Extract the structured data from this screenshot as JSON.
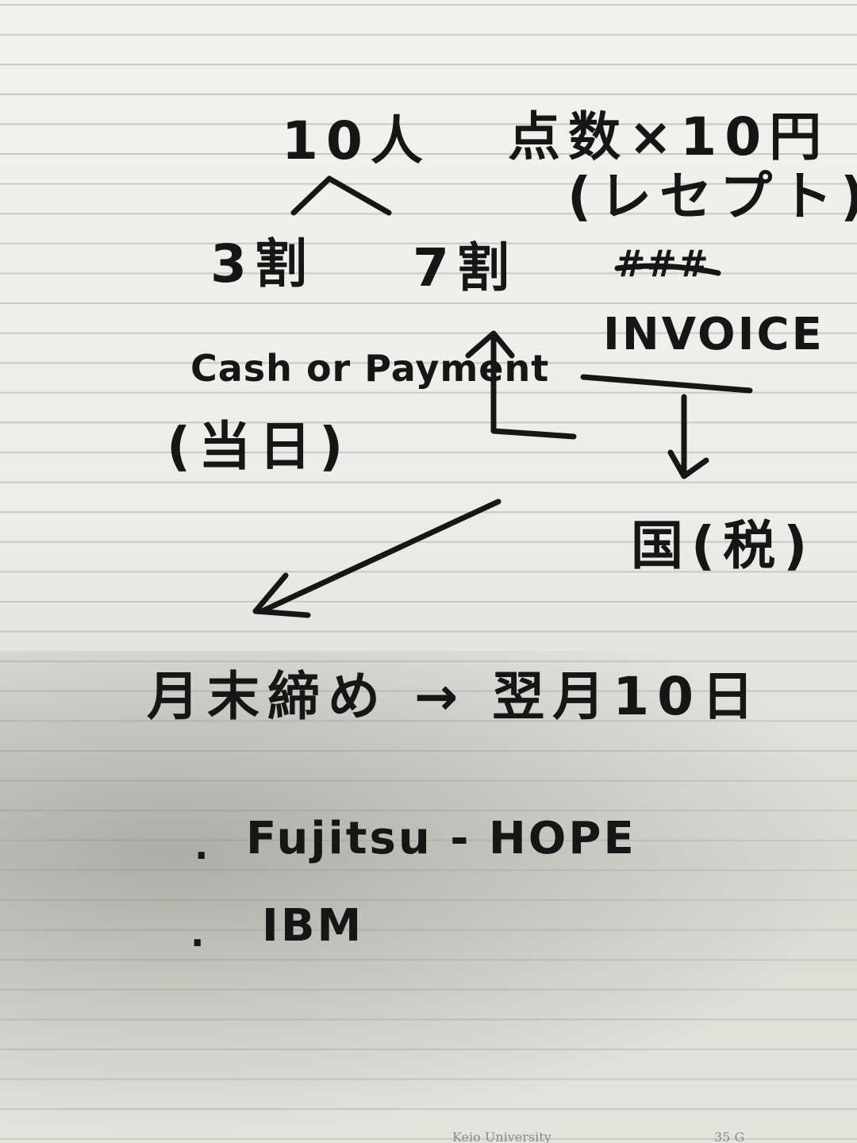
{
  "notes": {
    "top_left": "10人",
    "split_left": "3割",
    "split_right": "7割",
    "points": "点数×10円",
    "receipt": "(レセプト)",
    "struck_word": "###",
    "invoice": "INVOICE",
    "payment": "Cash or Payment",
    "same_day": "(当日)",
    "country_tax": "国(税)",
    "billing": "月末締め → 翌月10日",
    "bullet_items": [
      "Fujitsu - HOPE",
      "IBM"
    ]
  },
  "footer": {
    "publisher": "Keio University",
    "page_number": "35 G"
  },
  "colors": {
    "paper": "#ecece8",
    "ink": "#161616",
    "rule": "#c9c9c4"
  }
}
